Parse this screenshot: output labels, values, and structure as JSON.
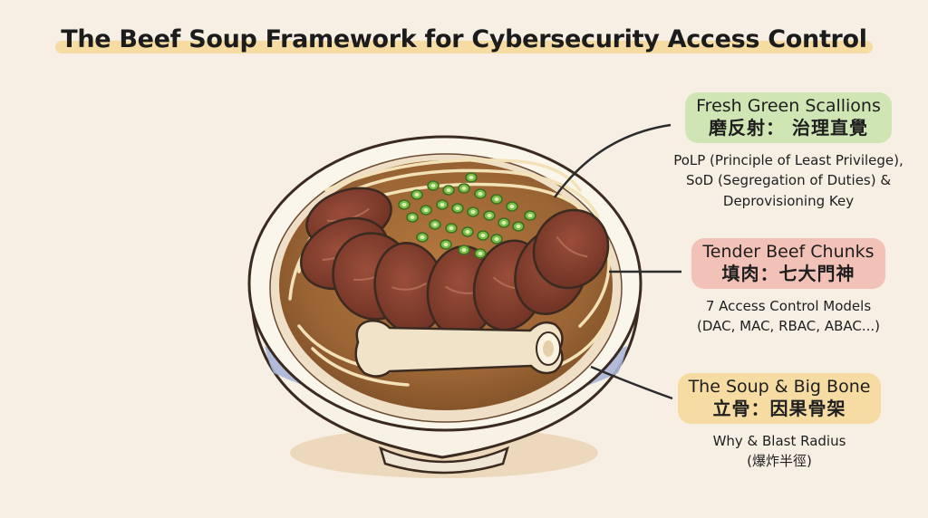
{
  "title": "The Beef Soup Framework for Cybersecurity Access Control",
  "colors": {
    "background": "#f7efe3",
    "title_highlight": "#f6dca3",
    "scallion_pill": "#cfe6b4",
    "beef_pill": "#f2c2b8",
    "soup_pill": "#f6dca3",
    "broth": "#9a6434",
    "bowl_rim_blue": "#a8b4d6",
    "beef": "#7a3a2c",
    "scallion": "#7cc04a",
    "bone": "#efe0c4"
  },
  "callouts": [
    {
      "id": "scallions",
      "title_en": "Fresh Green Scallions",
      "title_zh": "磨反射： 治理直覺",
      "lines": [
        "PoLP (Principle of Least Privilege),",
        "SoD (Segregation of Duties) &",
        "Deprovisioning Key"
      ]
    },
    {
      "id": "beef",
      "title_en": "Tender Beef Chunks",
      "title_zh": "填肉：七大門神",
      "lines": [
        "7 Access Control Models",
        "(DAC, MAC, RBAC, ABAC...)"
      ]
    },
    {
      "id": "soup",
      "title_en": "The Soup & Big Bone",
      "title_zh": "立骨：因果骨架",
      "lines": [
        "Why & Blast Radius",
        "(爆炸半徑)"
      ]
    }
  ]
}
